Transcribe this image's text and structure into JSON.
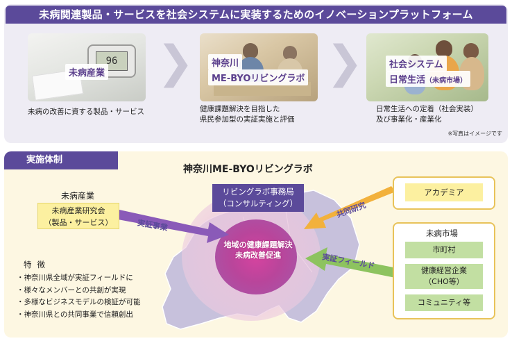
{
  "top": {
    "header": "未病関連製品・サービスを社会システムに実装するためのイノベーションプラットフォーム",
    "step1": {
      "label": "未病産業",
      "device_reading": "96",
      "description": "未病の改善に資する製品・サービス"
    },
    "step2": {
      "label_line1": "神奈川",
      "label_line2": "ME-BYOリビングラボ",
      "description_line1": "健康課題解決を目指した",
      "description_line2": "県民参加型の実証実施と評価"
    },
    "step3": {
      "label_line1": "社会システム",
      "label_line2": "日常生活",
      "label_line2_note": "（未病市場）",
      "description_line1": "日常生活への定着（社会実装）",
      "description_line2": "及び事業化・産業化"
    },
    "note": "※写真はイメージです"
  },
  "bottom": {
    "tab": "実施体制",
    "title": "神奈川ME-BYOリビングラボ",
    "office_line1": "リビングラボ事務局",
    "office_line2": "（コンサルティング）",
    "center_line1": "地域の健康課題解決",
    "center_line2": "未病改善促進",
    "arrow_left_label": "実証事業",
    "arrow_top_right_label": "共同研究",
    "arrow_bottom_right_label": "実証フィールド",
    "mibyo_group_title": "未病産業",
    "mibyo_box_line1": "未病産業研究会",
    "mibyo_box_line2": "（製品・サービス）",
    "features_title": "特徴",
    "features": [
      "・神奈川県全域が実証フィールドに",
      "・様々なメンバーとの共創が実現",
      "・多様なビジネスモデルの検証が可能",
      "・神奈川県との共同事業で信頼創出"
    ],
    "academia": "アカデミア",
    "market_title": "未病市場",
    "market_items": {
      "city": "市町村",
      "company_line1": "健康経営企業",
      "company_line2": "（CHO等）",
      "community": "コミュニティ等"
    }
  },
  "colors": {
    "brand_purple": "#5b4a9a",
    "arrow_purple": "#8a5ab8",
    "arrow_orange": "#f2b13c",
    "arrow_green": "#8dc35f",
    "center_magenta": "#c0338f",
    "top_panel": "#eeecf4",
    "bottom_panel": "#fdf7e2",
    "yellow_box": "#fcf0a0",
    "green_box": "#c2dfa2"
  }
}
